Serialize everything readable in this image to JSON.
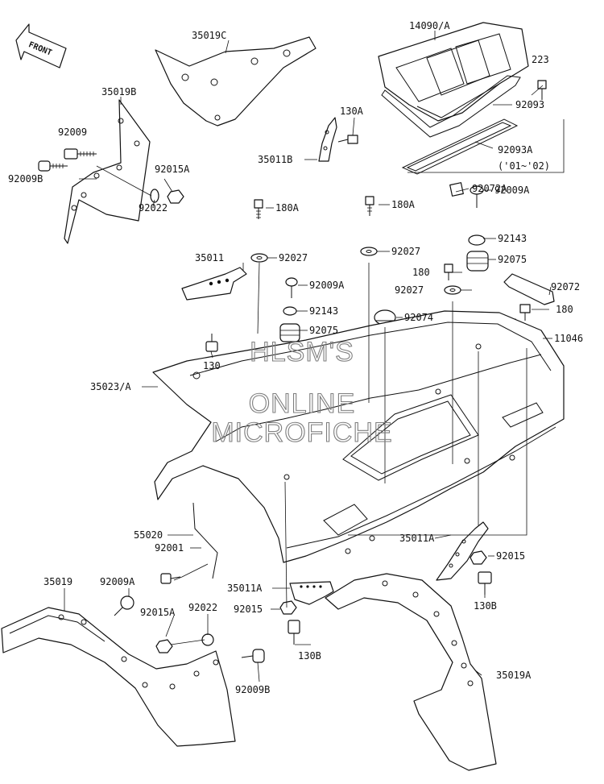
{
  "labels": {
    "l14090A": "14090/A",
    "l35019C": "35019C",
    "l223": "223",
    "l92093": "92093",
    "l35019B": "35019B",
    "l130A": "130A",
    "l92009": "92009",
    "l35011B": "35011B",
    "l92093A": "92093A",
    "l92093A_note": "('01~'02)",
    "l92015A_top": "92015A",
    "l92009B_top": "92009B",
    "l92022_top": "92022",
    "l92072A": "92072A",
    "l92009A_right": "92009A",
    "l180A_left": "180A",
    "l180A_mid": "180A",
    "l92143_right": "92143",
    "l35011": "35011",
    "l92027_left": "92027",
    "l92027_mid": "92027",
    "l92075_right": "92075",
    "l180_mid": "180",
    "l92009A_mid": "92009A",
    "l92027_right": "92027",
    "l92072": "92072",
    "l92143_mid": "92143",
    "l92074": "92074",
    "l180_right": "180",
    "l92075_mid": "92075",
    "l11046": "11046",
    "l130": "130",
    "l35023A": "35023/A",
    "l55020": "55020",
    "l92001": "92001",
    "l35011A_right": "35011A",
    "l92015_right": "92015",
    "l130B_right": "130B",
    "l35019": "35019",
    "l92009A_bottom": "92009A",
    "l35011A_bottom": "35011A",
    "l92015_bottom": "92015",
    "l92015A_bottom": "92015A",
    "l92022_bottom": "92022",
    "l130B_bottom": "130B",
    "l35019A": "35019A",
    "l92009B_bottom": "92009B"
  },
  "front_tag": "FRONT",
  "watermark": [
    "HLSM'S",
    "ONLINE",
    "MICROFICHE"
  ]
}
